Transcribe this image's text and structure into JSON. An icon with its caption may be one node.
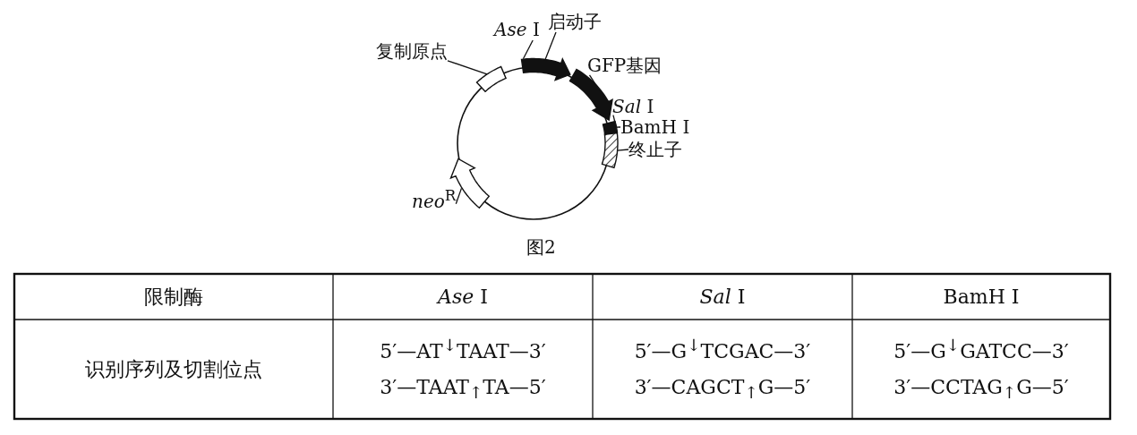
{
  "diagram": {
    "caption": "图2",
    "nodes": [
      {
        "text": [
          "复制原点"
        ]
      },
      {
        "text": [],
        "shape": "box"
      },
      {
        "text": [
          "*Ase* I"
        ]
      },
      {
        "text": [
          "启动子"
        ]
      },
      {
        "text": [],
        "shape": "arrow"
      },
      {
        "text": [
          "GFP基因"
        ]
      },
      {
        "text": [],
        "shape": "arrow"
      },
      {
        "text": [
          "*Sal* I"
        ]
      },
      {
        "text": [
          "BamH I"
        ]
      },
      {
        "text": [],
        "shape": "box"
      },
      {
        "text": [
          "终止子"
        ]
      },
      {
        "text": [],
        "shape": "box"
      },
      {
        "text": [
          "*neo*$^{R}$"
        ]
      },
      {
        "text": [],
        "shape": "arrow"
      }
    ],
    "edges": [
      {
        "from": 0,
        "to": 1,
        "arrow": "none"
      },
      {
        "from": 2,
        "to": 4,
        "arrow": "none"
      },
      {
        "from": 3,
        "to": 4,
        "arrow": "none"
      },
      {
        "from": 5,
        "to": 6,
        "arrow": "none"
      },
      {
        "from": 7,
        "to": 9,
        "arrow": "none"
      },
      {
        "from": 8,
        "to": 9,
        "arrow": "none"
      },
      {
        "from": 10,
        "to": 11,
        "arrow": "none"
      },
      {
        "from": 12,
        "to": 13,
        "arrow": "none"
      }
    ],
    "labels": [
      "限制酶",
      "*Ase* I",
      "*Sal* I",
      "BamH I",
      "识别序列及切割位点",
      "5′—AT$^{↓}$TAAT—3′",
      "3′—TAAT$_{↑}$TA—5′",
      "5′—G$^{↓}$TCGAC—3′",
      "3′—CAGCT$_{↑}$G—5′",
      "5′—G$^{↓}$GATCC—3′",
      "3′—CCTAG$_{↑}$G—5′"
    ]
  }
}
